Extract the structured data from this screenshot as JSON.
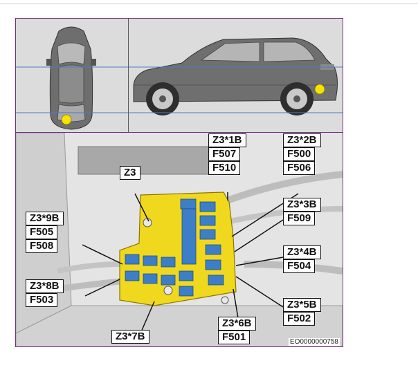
{
  "labels": {
    "z3": "Z3",
    "z3_1b": "Z3*1B",
    "f507": "F507",
    "f510": "F510",
    "z3_2b": "Z3*2B",
    "f500": "F500",
    "f506": "F506",
    "z3_3b": "Z3*3B",
    "f509": "F509",
    "z3_4b": "Z3*4B",
    "f504": "F504",
    "z3_5b": "Z3*5B",
    "f502": "F502",
    "z3_6b": "Z3*6B",
    "f501": "F501",
    "z3_7b": "Z3*7B",
    "z3_8b": "Z3*8B",
    "f503": "F503",
    "z3_9b": "Z3*9B",
    "f505": "F505",
    "f508": "F508"
  },
  "reference_code": "EO0000000758",
  "colors": {
    "frame": "#7a2a86",
    "marker": "#f5e400",
    "fuse_box": "#f0d81e",
    "fuse": "#3d7fc6",
    "guide_line": "#4e77c9"
  }
}
